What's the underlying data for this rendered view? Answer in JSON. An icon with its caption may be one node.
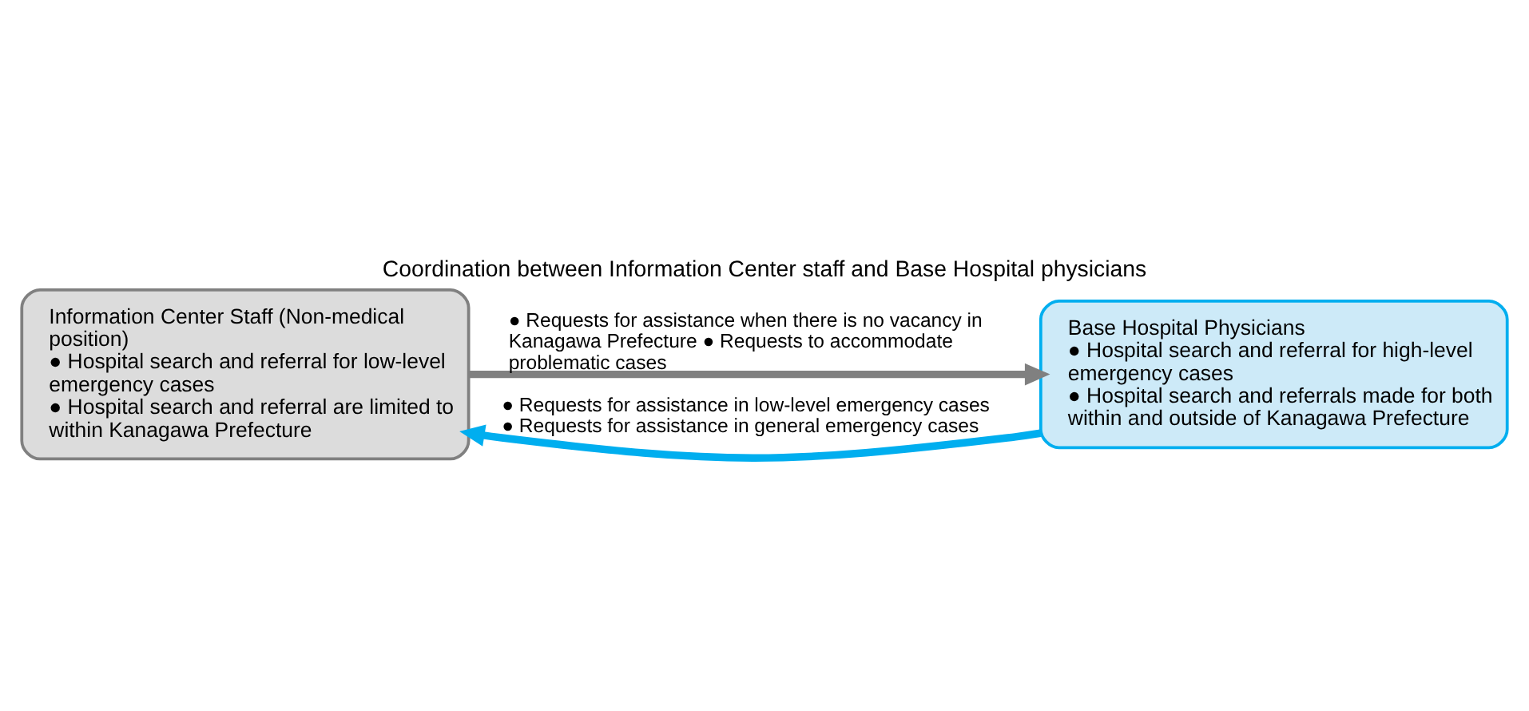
{
  "diagram": {
    "title": "Coordination between Information Center staff and Base Hospital physicians",
    "nodes": [
      {
        "text": [
          "Information Center Staff (Non-medical position)",
          "● Hospital search and referral for low-level emergency cases",
          "● Hospital search and referral are limited to within Kanagawa Prefecture"
        ]
      },
      {
        "text": [
          "Base Hospital Physicians",
          "● Hospital search and referral for high-level emergency cases",
          "● Hospital search and referrals made for both within and outside of Kanagawa Prefecture"
        ]
      }
    ],
    "edges": [
      {
        "from": 0,
        "to": 1,
        "arrow": "to",
        "color": "#808080",
        "label": "● Requests for assistance when there is no vacancy in Kanagawa Prefecture ● Requests to accommodate problematic cases"
      },
      {
        "from": 1,
        "to": 0,
        "arrow": "to",
        "color": "#00aeef",
        "label": "● Requests for assistance in low-level emergency cases ● Requests for assistance in general emergency cases"
      }
    ]
  }
}
